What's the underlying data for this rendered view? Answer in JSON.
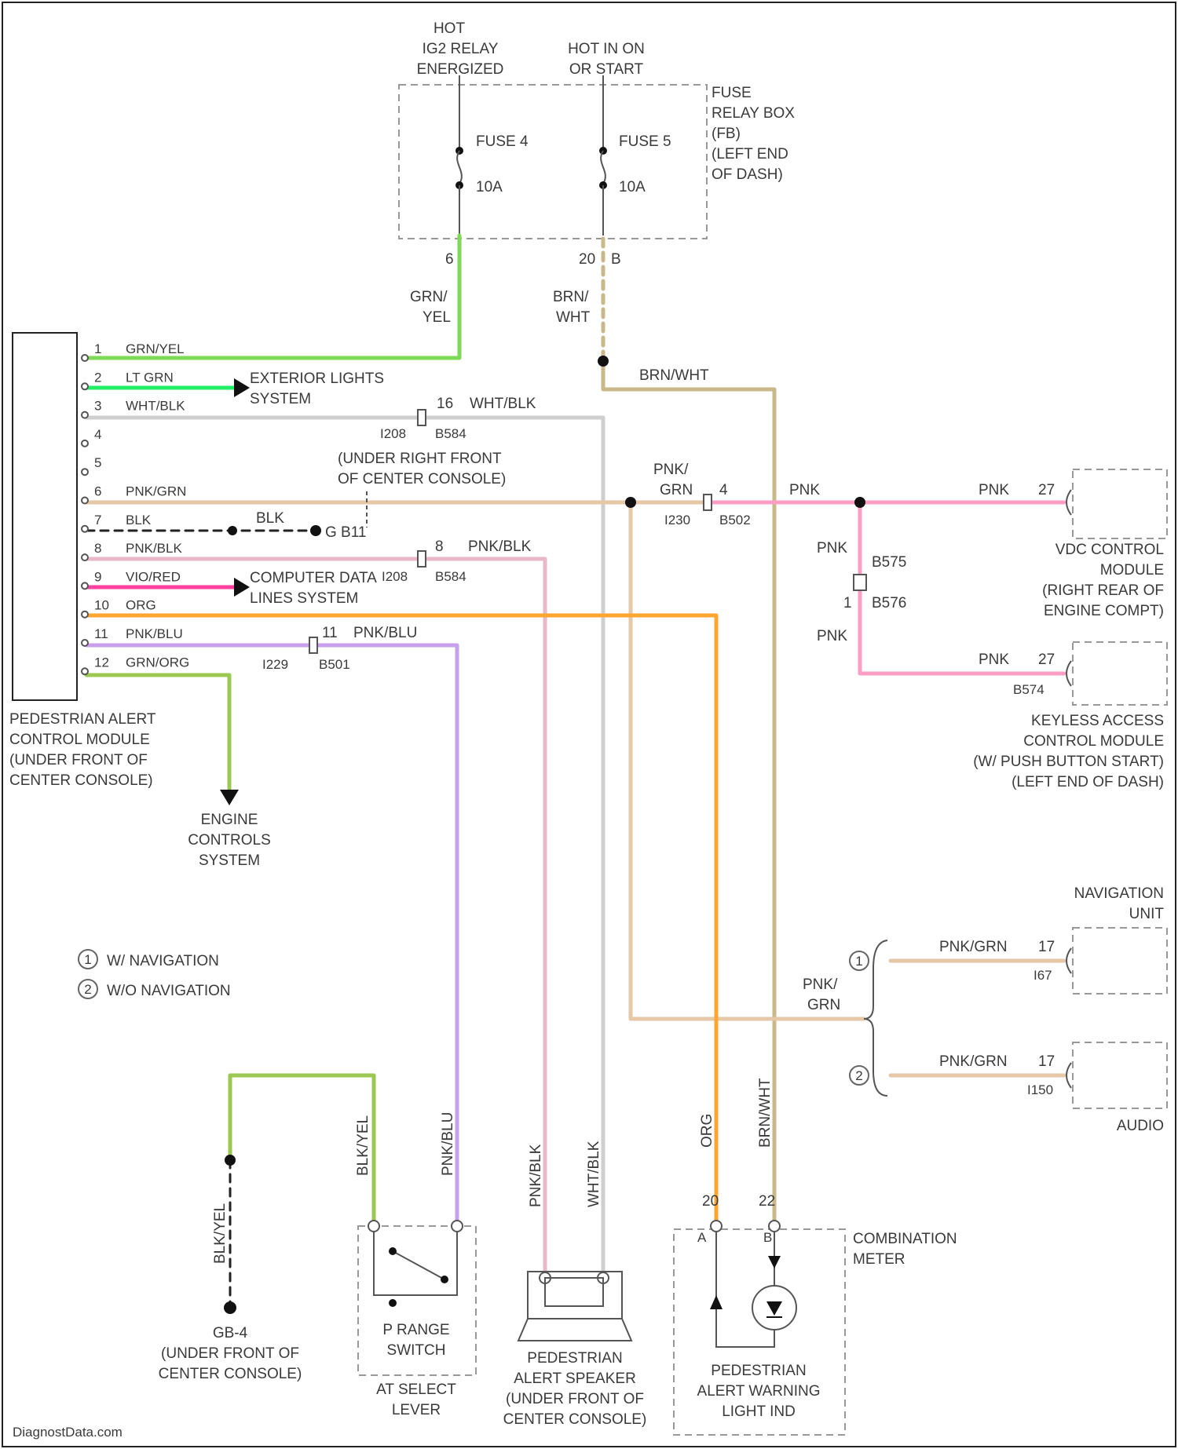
{
  "top": {
    "hot_relay": [
      "HOT",
      "IG2 RELAY",
      "ENERGIZED"
    ],
    "hot_in_on": [
      "HOT IN ON",
      "OR START"
    ],
    "fuse4": "FUSE 4",
    "fuse5": "FUSE 5",
    "amp4": "10A",
    "amp5": "10A",
    "fuse_box": [
      "FUSE",
      "RELAY BOX",
      "(FB)",
      "(LEFT END",
      "OF DASH)"
    ],
    "pin6": "6",
    "pin20": "20",
    "pin_b": "B",
    "wire_grn_yel": [
      "GRN/",
      "YEL"
    ],
    "wire_brn_wht": [
      "BRN/",
      "WHT"
    ],
    "brn_wht": "BRN/WHT"
  },
  "module": {
    "name": [
      "PEDESTRIAN ALERT",
      "CONTROL MODULE",
      "(UNDER FRONT OF",
      "CENTER CONSOLE)"
    ],
    "pins": [
      {
        "n": "1",
        "wire": "GRN/YEL"
      },
      {
        "n": "2",
        "wire": "LT GRN"
      },
      {
        "n": "3",
        "wire": "WHT/BLK"
      },
      {
        "n": "4",
        "wire": ""
      },
      {
        "n": "5",
        "wire": ""
      },
      {
        "n": "6",
        "wire": "PNK/GRN"
      },
      {
        "n": "7",
        "wire": "BLK"
      },
      {
        "n": "8",
        "wire": "PNK/BLK"
      },
      {
        "n": "9",
        "wire": "VIO/RED"
      },
      {
        "n": "10",
        "wire": "ORG"
      },
      {
        "n": "11",
        "wire": "PNK/BLU"
      },
      {
        "n": "12",
        "wire": "GRN/ORG"
      }
    ]
  },
  "mid": {
    "exterior": [
      "EXTERIOR LIGHTS",
      "SYSTEM"
    ],
    "computer": [
      "COMPUTER DATA",
      "LINES SYSTEM"
    ],
    "c_16": "16",
    "c_16_wire": "WHT/BLK",
    "c_ids1": [
      "I208",
      "B584"
    ],
    "under_right": [
      "(UNDER RIGHT FRONT",
      "OF CENTER CONSOLE)"
    ],
    "blk": "BLK",
    "g_b11": "G B11",
    "c_8": "8",
    "c_8_wire": "PNK/BLK",
    "c_ids2": [
      "I208",
      "B584"
    ],
    "c_11": "11",
    "c_11_wire": "PNK/BLU",
    "c_ids3": [
      "I229",
      "B501"
    ],
    "pnk_grn": [
      "PNK/",
      "GRN"
    ],
    "c_4": "4",
    "c_ids4": [
      "I230",
      "B502"
    ]
  },
  "vdc": {
    "pnk": "PNK",
    "pin27": "27",
    "name": [
      "VDC CONTROL",
      "MODULE",
      "(RIGHT REAR OF",
      "ENGINE COMPT)"
    ],
    "b575": "B575",
    "b576": "B576",
    "pnk_a": "PNK",
    "pnk_b": "PNK",
    "pin1": "1"
  },
  "keyless": {
    "pnk": "PNK",
    "pin27": "27",
    "b574": "B574",
    "name": [
      "KEYLESS ACCESS",
      "CONTROL MODULE",
      "(W/ PUSH BUTTON START)",
      "(LEFT END OF DASH)"
    ]
  },
  "engine": [
    "ENGINE",
    "CONTROLS",
    "SYSTEM"
  ],
  "legend": {
    "one": "W/ NAVIGATION",
    "two": "W/O NAVIGATION"
  },
  "nav": {
    "name": [
      "NAVIGATION",
      "UNIT"
    ],
    "wire": "PNK/GRN",
    "pin": "17",
    "id": "I67",
    "mark": "1"
  },
  "audio": {
    "name": "AUDIO",
    "wire": "PNK/GRN",
    "pin": "17",
    "id": "I150",
    "mark": "2"
  },
  "pnk_grn_branch": [
    "PNK/",
    "GRN"
  ],
  "bottom": {
    "blk_yel": "BLK/YEL",
    "pnk_blu": "PNK/BLU",
    "pnk_blk": "PNK/BLK",
    "wht_blk": "WHT/BLK",
    "org": "ORG",
    "brn_wht": "BRN/WHT",
    "blk_yel2": "BLK/YEL",
    "pin_20": "20",
    "pin_22": "22",
    "pin_a": "A",
    "pin_b": "B",
    "gb4": [
      "GB-4",
      "(UNDER FRONT OF",
      "CENTER CONSOLE)"
    ],
    "prange": [
      "P RANGE",
      "SWITCH"
    ],
    "at_lever": [
      "AT SELECT",
      "LEVER"
    ],
    "speaker": [
      "PEDESTRIAN",
      "ALERT SPEAKER",
      "(UNDER FRONT OF",
      "CENTER CONSOLE)"
    ],
    "warning": [
      "PEDESTRIAN",
      "ALERT WARNING",
      "LIGHT IND"
    ],
    "meter": [
      "COMBINATION",
      "METER"
    ]
  },
  "colors": {
    "grn_yel": "#7ed957",
    "lt_grn": "#22ee66",
    "wht_blk": "#cfcfcf",
    "pnk_grn": "#e6c8a8",
    "blk": "#222222",
    "pnk_blk": "#e8b8c8",
    "vio_red": "#ff40a0",
    "org": "#ffa530",
    "pnk_blu": "#c9a0ec",
    "grn_org": "#9ac850",
    "brn_wht": "#c8b88a",
    "pnk": "#ff9ec4"
  },
  "watermark": "DiagnostData.com"
}
